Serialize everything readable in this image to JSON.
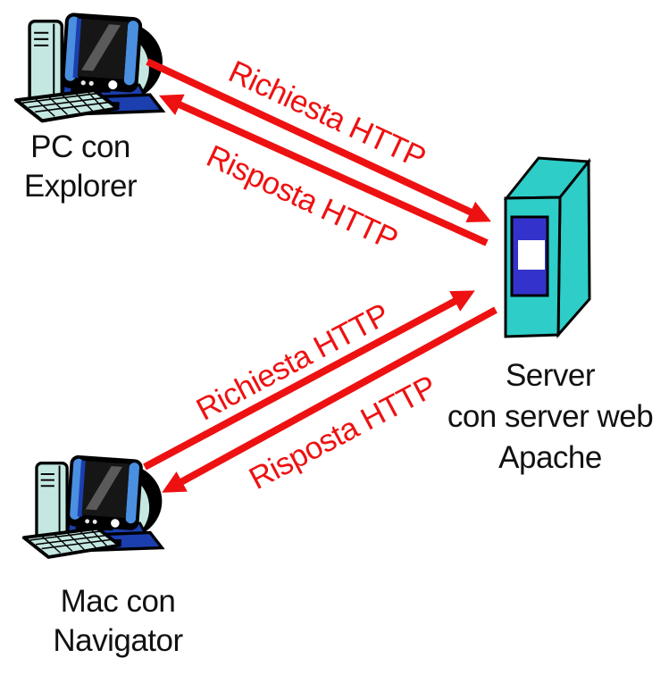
{
  "diagram": {
    "nodes": {
      "pc": {
        "label_lines": [
          "PC con",
          "Explorer"
        ]
      },
      "mac": {
        "label_lines": [
          "Mac con",
          "Navigator"
        ]
      },
      "server": {
        "label_lines": [
          "Server",
          "con server web",
          "Apache"
        ]
      }
    },
    "arrows": [
      {
        "id": "pc-request",
        "label": "Richiesta HTTP",
        "from": "pc",
        "to": "server"
      },
      {
        "id": "pc-response",
        "label": "Risposta HTTP",
        "from": "server",
        "to": "pc"
      },
      {
        "id": "mac-request",
        "label": "Richiesta HTTP",
        "from": "mac",
        "to": "server"
      },
      {
        "id": "mac-response",
        "label": "Risposta HTTP",
        "from": "server",
        "to": "mac"
      }
    ],
    "icons": {
      "pc": "desktop-computer-icon",
      "mac": "desktop-computer-icon",
      "server": "server-tower-icon"
    },
    "colors": {
      "arrow_red": "#ee1111",
      "server_body_cyan": "#2ecdc8",
      "server_panel_blue": "#3333cc",
      "text_black": "#111111",
      "background": "#ffffff"
    }
  }
}
